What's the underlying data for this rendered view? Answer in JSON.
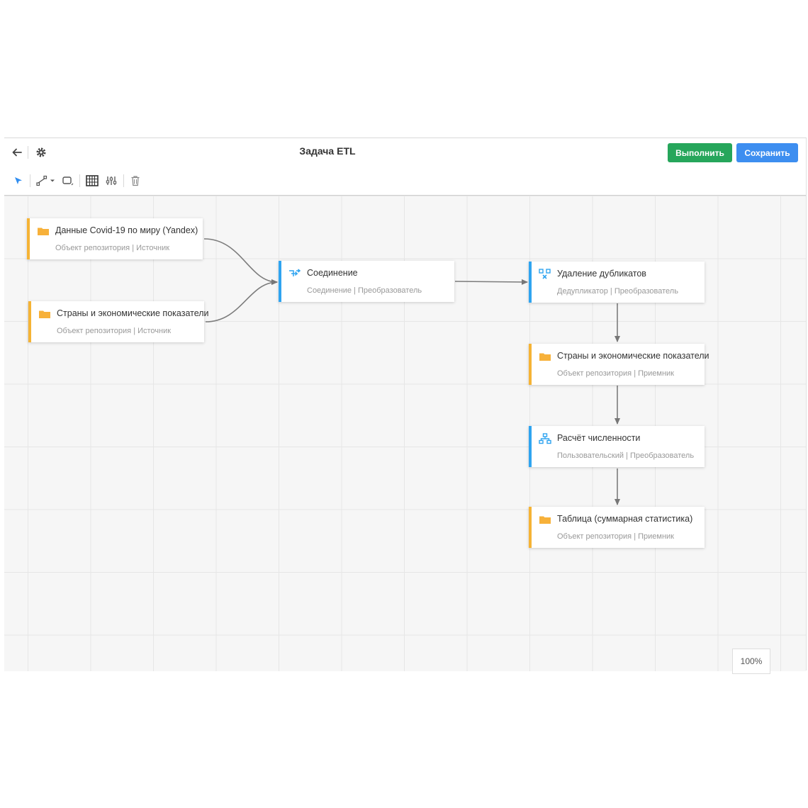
{
  "header": {
    "title": "Задача ETL",
    "run_label": "Выполнить",
    "save_label": "Сохранить"
  },
  "colors": {
    "run_button": "#26a65b",
    "save_button": "#3d8ef0",
    "source_accent": "#f5b335",
    "transform_accent": "#2fa4f0",
    "folder_icon": "#f7b13a",
    "transform_icon": "#2fa4f0"
  },
  "toolbar": {
    "icons": [
      "back-arrow-icon",
      "gear-icon",
      "select-pointer-icon",
      "connector-icon",
      "shape-icon",
      "grid-icon",
      "settings-sliders-icon",
      "trash-icon"
    ]
  },
  "nodes": [
    {
      "title": "Данные Covid-19 по миру (Yandex)",
      "subtitle": "Объект репозитория | Источник",
      "icon": "folder-icon",
      "kind": "orange"
    },
    {
      "title": "Страны и экономические показатели",
      "subtitle": "Объект репозитория | Источник",
      "icon": "folder-icon",
      "kind": "orange"
    },
    {
      "title": "Соединение",
      "subtitle": "Соединение | Преобразователь",
      "icon": "join-icon",
      "kind": "blue"
    },
    {
      "title": "Удаление дубликатов",
      "subtitle": "Дедупликатор | Преобразователь",
      "icon": "deduplicate-icon",
      "kind": "blue"
    },
    {
      "title": "Страны и экономические показатели",
      "subtitle": "Объект репозитория | Приемник",
      "icon": "folder-icon",
      "kind": "orange"
    },
    {
      "title": "Расчёт численности",
      "subtitle": "Пользовательский | Преобразователь",
      "icon": "hierarchy-icon",
      "kind": "blue"
    },
    {
      "title": "Таблица (суммарная статистика)",
      "subtitle": "Объект репозитория | Приемник",
      "icon": "folder-icon",
      "kind": "orange"
    }
  ],
  "zoom_label": "100%"
}
